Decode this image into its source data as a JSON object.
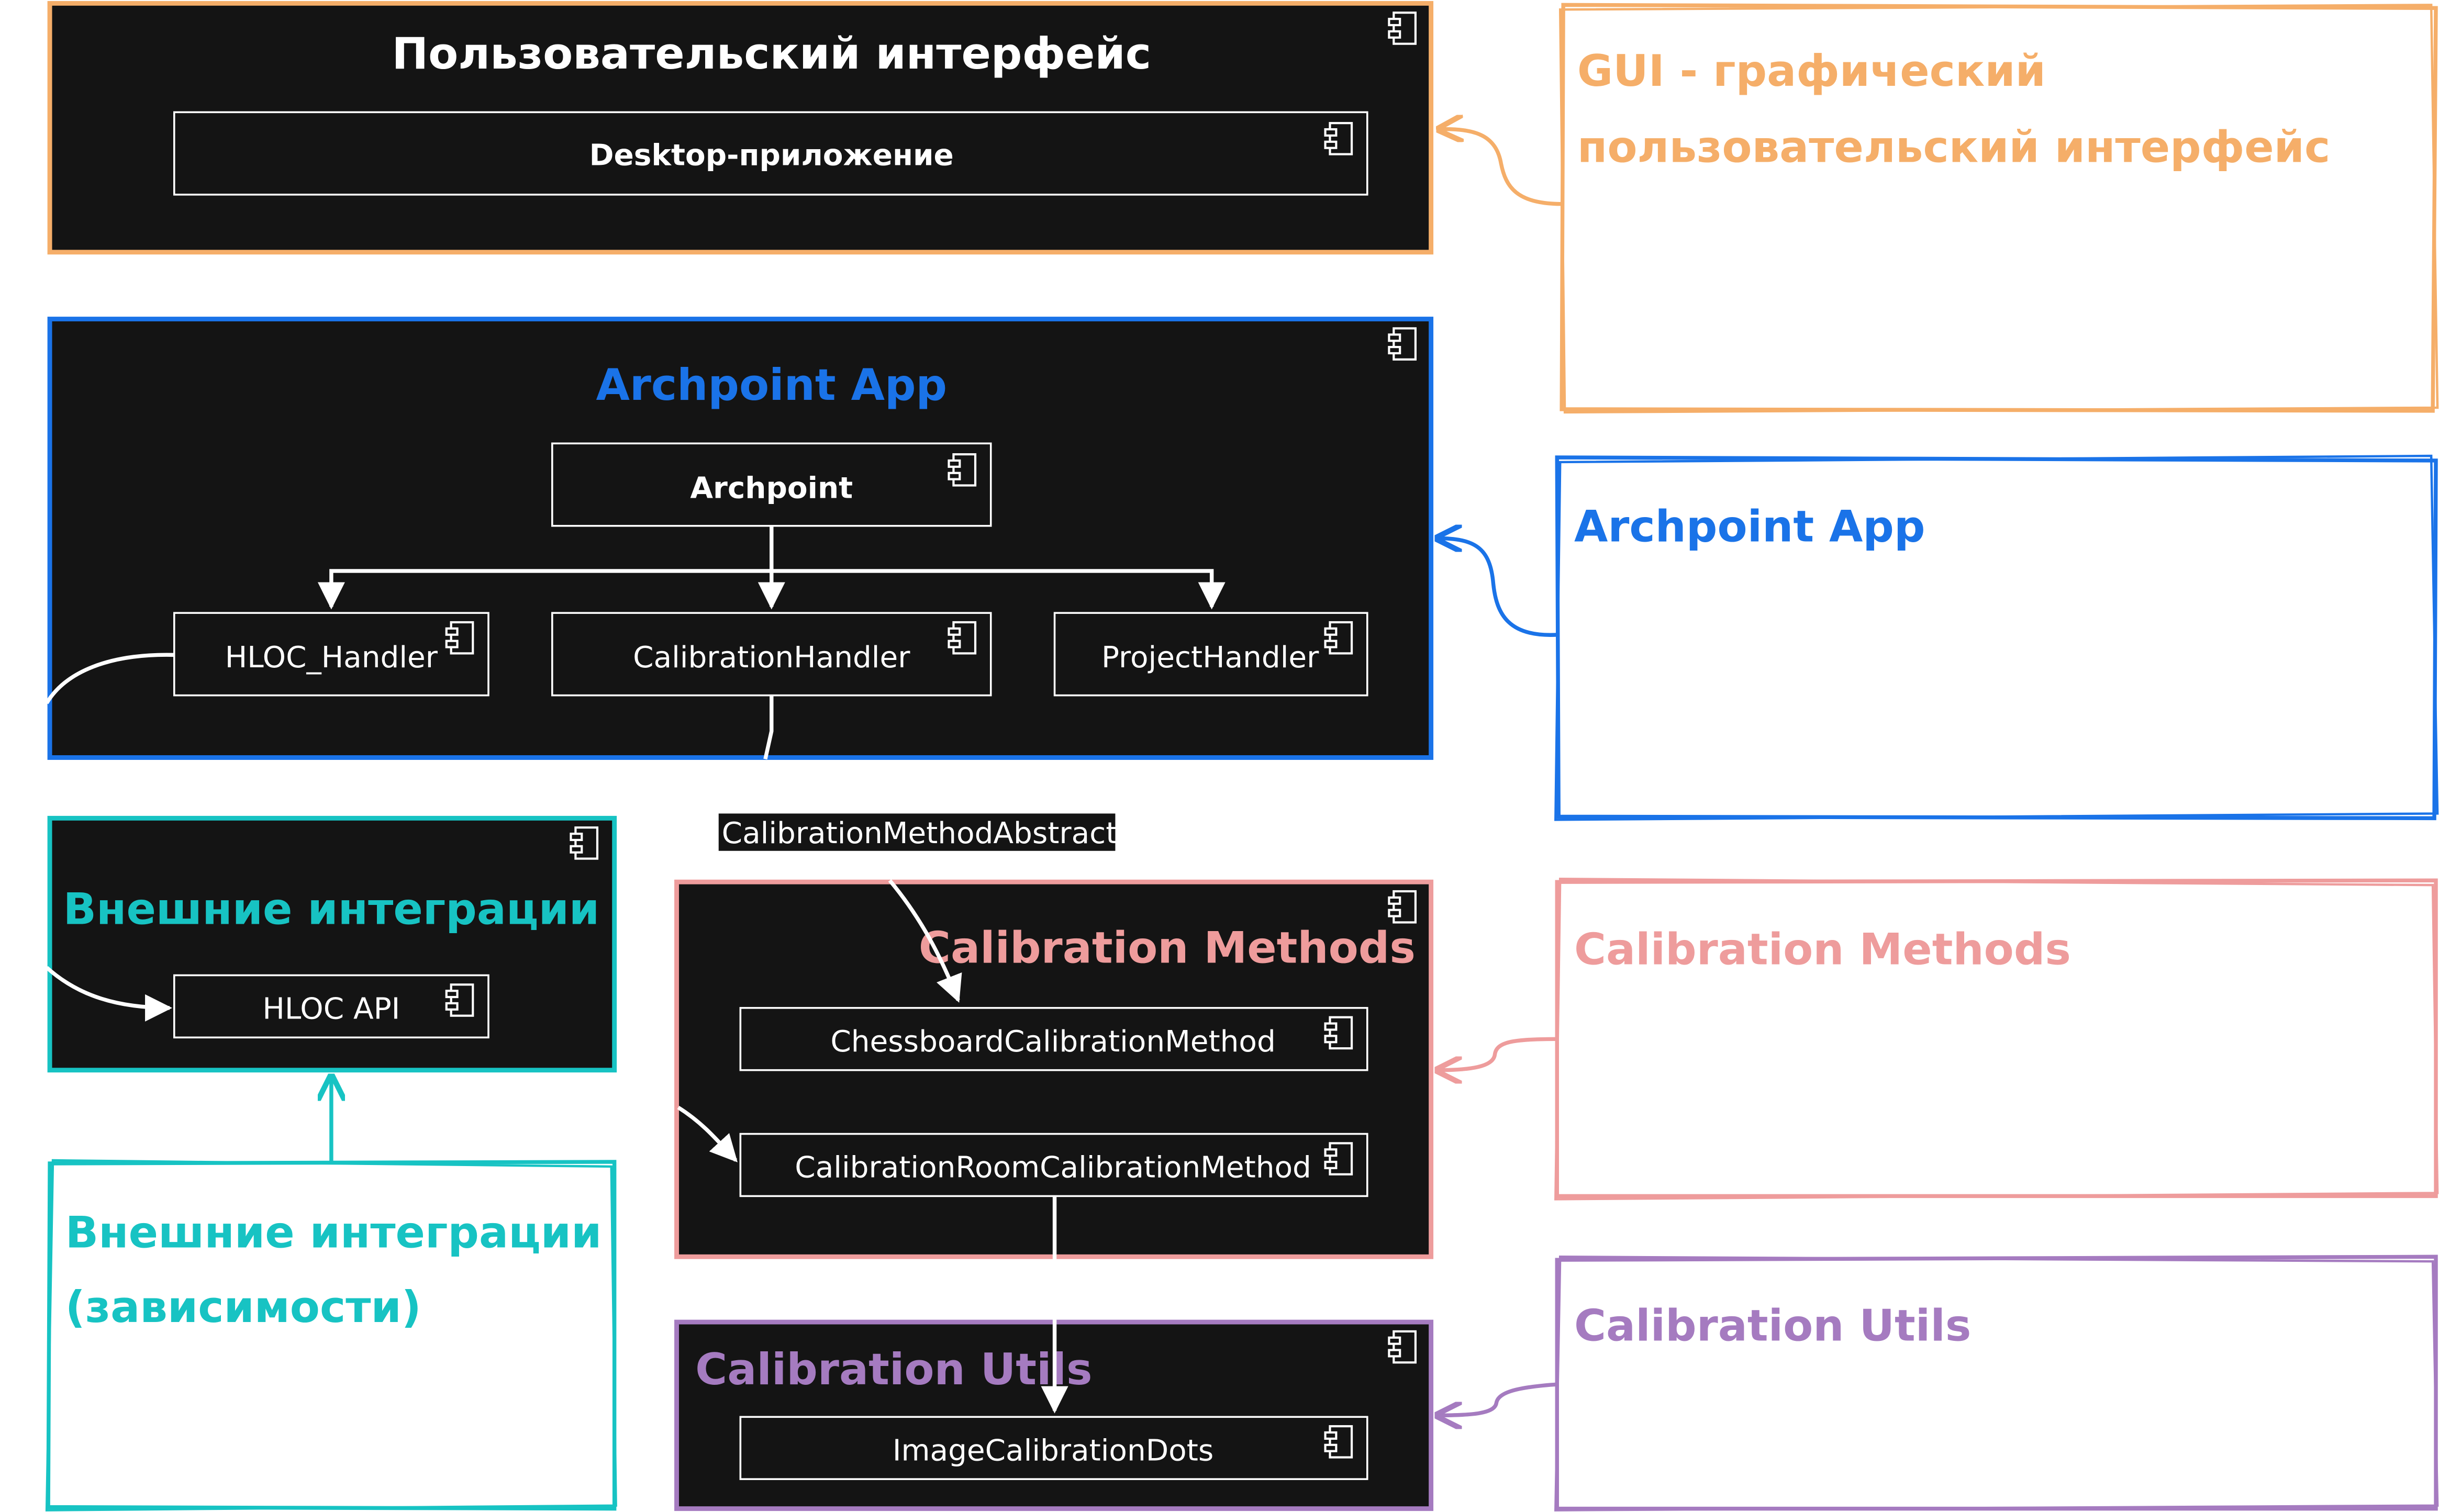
{
  "colors": {
    "gui": "#f5ae69",
    "app": "#1a73e8",
    "integrations": "#17c3c3",
    "methods": "#ee9c9c",
    "utils": "#a57bc0",
    "panel_bg": "#141414",
    "line": "#ffffff"
  },
  "icon": "component-icon",
  "panels": {
    "gui": {
      "title": "Пользовательский интерфейс"
    },
    "app": {
      "title": "Archpoint App"
    },
    "integrations": {
      "title": "Внешние интеграции"
    },
    "methods": {
      "title": "Calibration Methods"
    },
    "utils": {
      "title": "Calibration Utils"
    }
  },
  "components": {
    "desktop": "Desktop-приложение",
    "archpoint": "Archpoint",
    "hloc_handler": "HLOC_Handler",
    "calibration_handler": "CalibrationHandler",
    "project_handler": "ProjectHandler",
    "hloc_api": "HLOC API",
    "chessboard": "ChessboardCalibrationMethod",
    "room": "CalibrationRoomCalibrationMethod",
    "dots": "ImageCalibrationDots"
  },
  "connector_label": "CalibrationMethodAbstract",
  "notes": {
    "gui": {
      "line1": "GUI - графический",
      "line2": "пользовательский интерфейс"
    },
    "app": {
      "line1": "Archpoint App"
    },
    "methods": {
      "line1": "Calibration Methods"
    },
    "utils": {
      "line1": "Calibration Utils"
    },
    "integrations": {
      "line1": "Внешние интеграции",
      "line2": "(зависимости)"
    }
  }
}
